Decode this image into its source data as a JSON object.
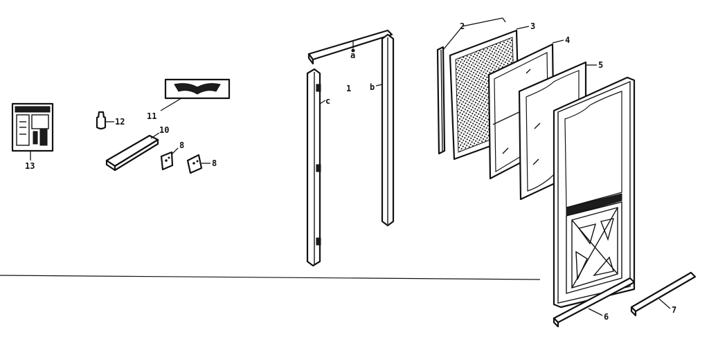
{
  "callouts": {
    "c1": "1",
    "c2": "2",
    "c3": "3",
    "c4": "4",
    "c5": "5",
    "c6": "6",
    "c7": "7",
    "c8a": "8",
    "c8b": "8",
    "c10": "10",
    "c11": "11",
    "c12": "12",
    "c13": "13",
    "ca": "a",
    "cb": "b",
    "cc": "c"
  }
}
